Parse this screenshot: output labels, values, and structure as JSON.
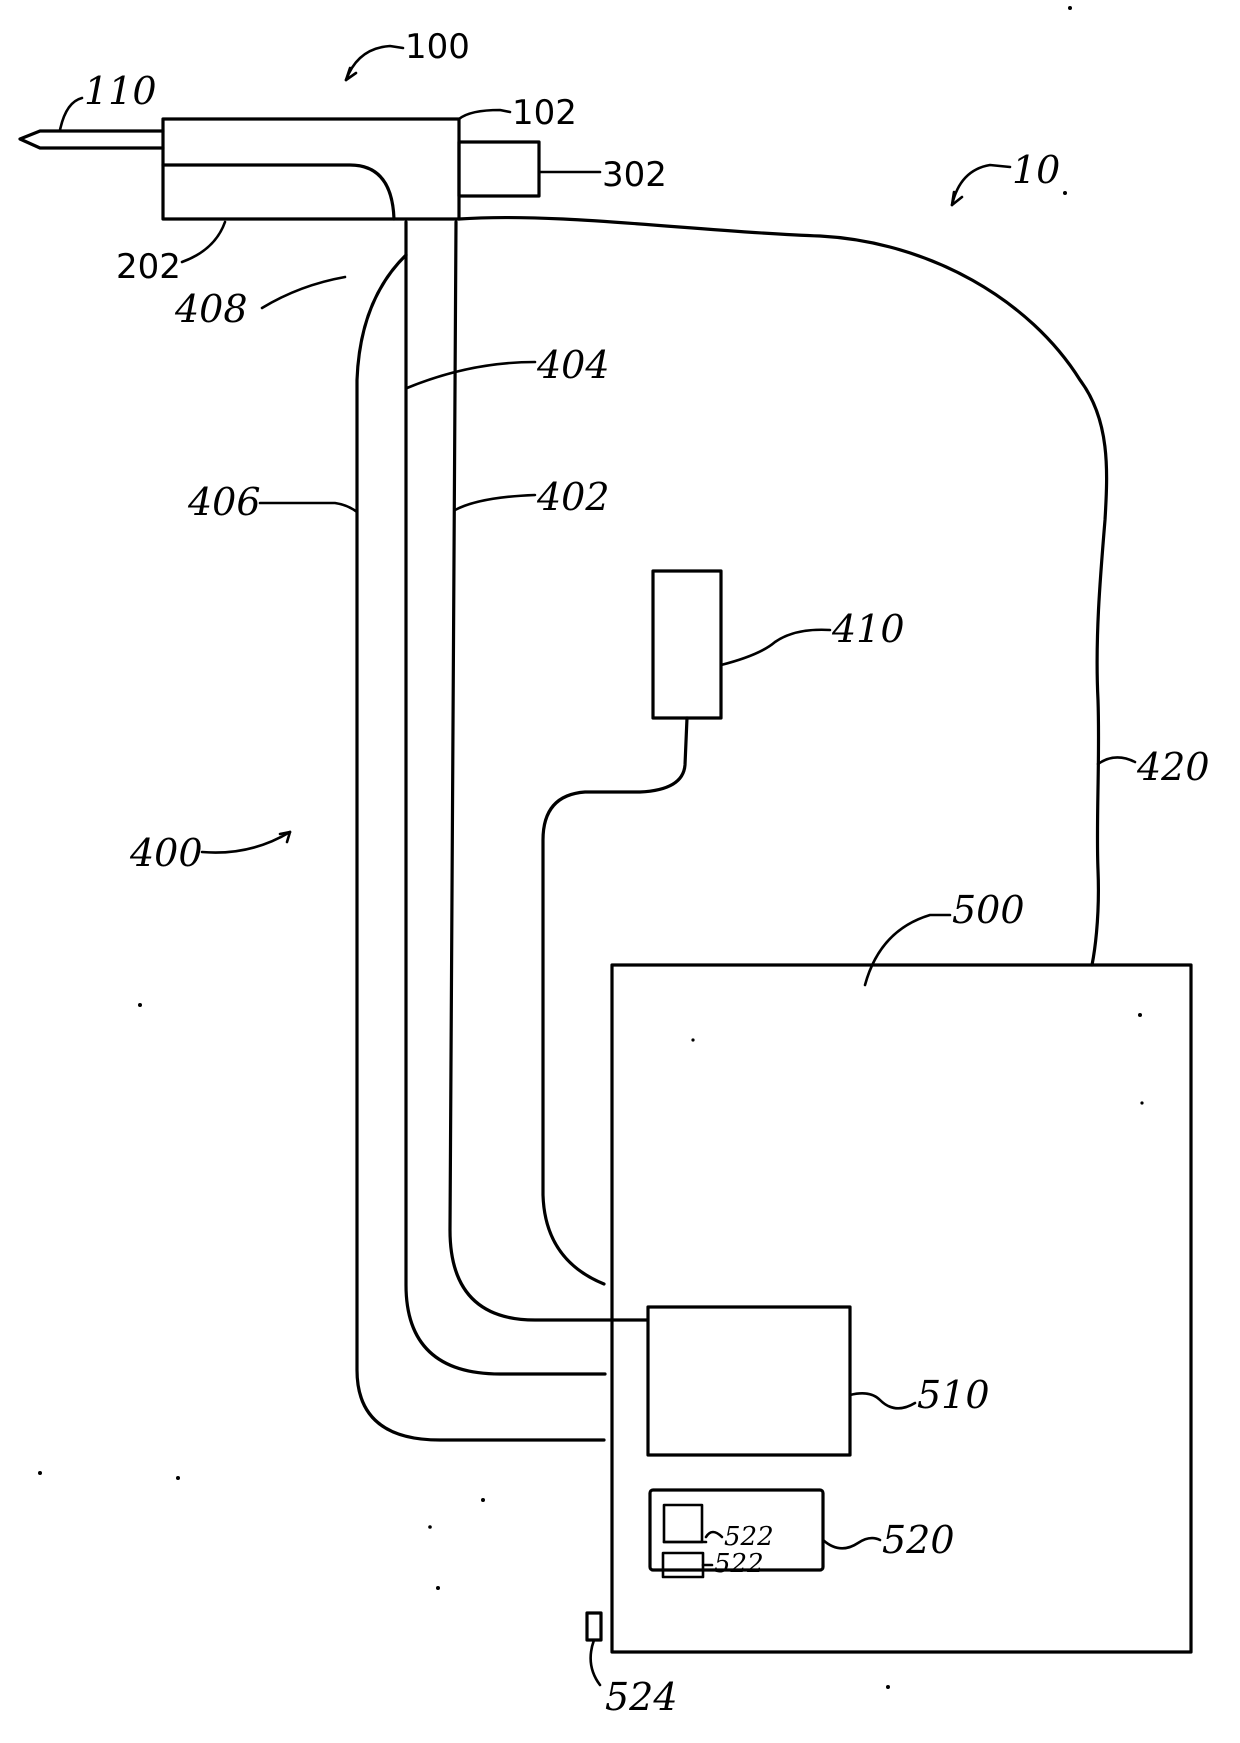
{
  "labels": {
    "system": "10",
    "handpiece": "100",
    "handpiece_body": "102",
    "tip": "110",
    "handpiece_channel": "202",
    "handpiece_module": "302",
    "umbilical": "400",
    "tube_402": "402",
    "tube_404": "404",
    "tube_406": "406",
    "umbilical_region": "408",
    "sensor_box": "410",
    "cable": "420",
    "console": "500",
    "console_module": "510",
    "control_panel": "520",
    "button_upper": "522",
    "button_lower": "522",
    "connector": "524"
  }
}
